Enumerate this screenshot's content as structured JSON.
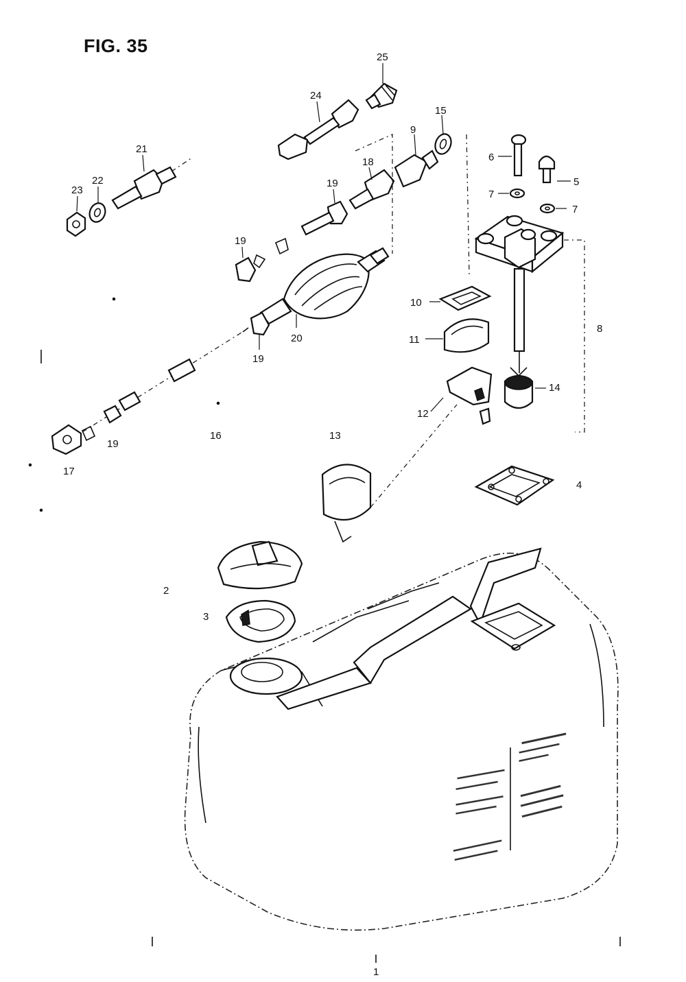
{
  "figure": {
    "title": "FIG. 35"
  },
  "callouts": [
    {
      "id": "c25",
      "label": "25"
    },
    {
      "id": "c24",
      "label": "24"
    },
    {
      "id": "c15",
      "label": "15"
    },
    {
      "id": "c9",
      "label": "9"
    },
    {
      "id": "c18",
      "label": "18"
    },
    {
      "id": "c21",
      "label": "21"
    },
    {
      "id": "c22",
      "label": "22"
    },
    {
      "id": "c23",
      "label": "23"
    },
    {
      "id": "c19a",
      "label": "19"
    },
    {
      "id": "c19b",
      "label": "19"
    },
    {
      "id": "c19c",
      "label": "19"
    },
    {
      "id": "c20",
      "label": "20"
    },
    {
      "id": "c6",
      "label": "6"
    },
    {
      "id": "c5",
      "label": "5"
    },
    {
      "id": "c7a",
      "label": "7"
    },
    {
      "id": "c7b",
      "label": "7"
    },
    {
      "id": "c8",
      "label": "8"
    },
    {
      "id": "c10",
      "label": "10"
    },
    {
      "id": "c11",
      "label": "11"
    },
    {
      "id": "c14",
      "label": "14"
    },
    {
      "id": "c12",
      "label": "12"
    },
    {
      "id": "c16",
      "label": "16"
    },
    {
      "id": "c13",
      "label": "13"
    },
    {
      "id": "c19d",
      "label": "19"
    },
    {
      "id": "c17",
      "label": "17"
    },
    {
      "id": "c4",
      "label": "4"
    },
    {
      "id": "c2",
      "label": "2"
    },
    {
      "id": "c3",
      "label": "3"
    },
    {
      "id": "c1",
      "label": "1"
    }
  ]
}
